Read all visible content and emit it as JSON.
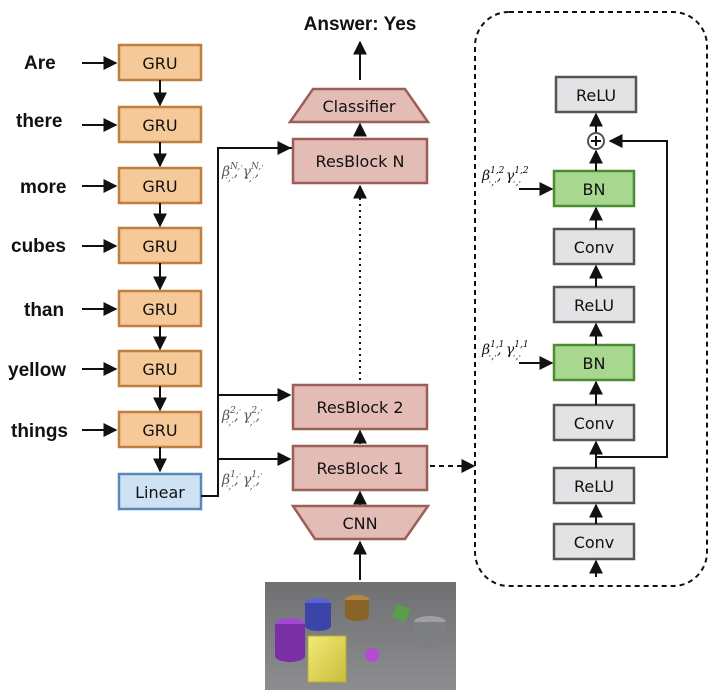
{
  "title": "Answer: Yes",
  "question_words": [
    "Are",
    "there",
    "more",
    "cubes",
    "than",
    "yellow",
    "things"
  ],
  "gru_label": "GRU",
  "linear_label": "Linear",
  "classifier_label": "Classifier",
  "resblock_labels": {
    "n": "ResBlock N",
    "two": "ResBlock 2",
    "one": "ResBlock 1"
  },
  "cnn_label": "CNN",
  "film_params": {
    "n": {
      "beta": "β",
      "beta_sup": "N,·",
      "beta_sub": "·,·",
      "gamma": "γ",
      "gamma_sup": "N,·",
      "gamma_sub": "·,·"
    },
    "two": {
      "beta": "β",
      "beta_sup": "2,·",
      "beta_sub": "·,·",
      "gamma": "γ",
      "gamma_sup": "2,·",
      "gamma_sub": "·,·"
    },
    "one": {
      "beta": "β",
      "beta_sup": "1,·",
      "beta_sub": "·,·",
      "gamma": "γ",
      "gamma_sup": "1,·",
      "gamma_sub": "·,·"
    }
  },
  "detail": {
    "relu_top": "ReLU",
    "bn2": "BN",
    "conv2": "Conv",
    "relu_mid": "ReLU",
    "bn1": "BN",
    "conv1": "Conv",
    "relu_bottom": "ReLU",
    "conv0": "Conv",
    "bn2_param": {
      "beta": "β",
      "beta_sup": "1,2",
      "beta_sub": "·,·",
      "gamma": "γ",
      "gamma_sup": "1,2",
      "gamma_sub": "·,·"
    },
    "bn1_param": {
      "beta": "β",
      "beta_sup": "1,1",
      "beta_sub": "·,·",
      "gamma": "γ",
      "gamma_sup": "1,1",
      "gamma_sub": "·,·"
    }
  },
  "colors": {
    "gru_fill": "#f5c998",
    "gru_stroke": "#c07f3e",
    "linear_fill": "#cfe2f3",
    "linear_stroke": "#5b87b8",
    "res_fill": "#e3bcb6",
    "res_stroke": "#9a5f57",
    "gray_fill": "#e3e3e5",
    "gray_stroke": "#555555",
    "bn_fill": "#a8d890",
    "bn_stroke": "#4c8a33"
  }
}
